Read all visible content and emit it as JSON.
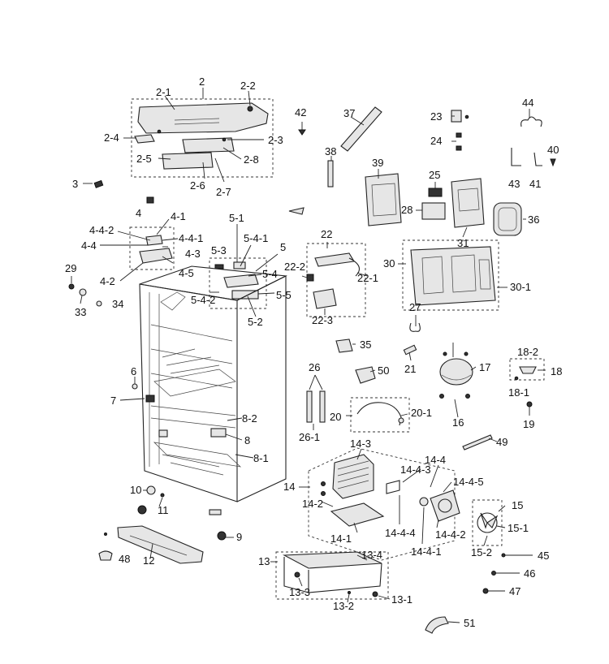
{
  "labels": {
    "p2": "2",
    "p2_1": "2-1",
    "p2_2": "2-2",
    "p2_3": "2-3",
    "p2_4": "2-4",
    "p2_5": "2-5",
    "p2_6": "2-6",
    "p2_7": "2-7",
    "p2_8": "2-8",
    "p3": "3",
    "p4": "4",
    "p4_1": "4-1",
    "p4_2": "4-2",
    "p4_3": "4-3",
    "p4_4": "4-4",
    "p4_4_1": "4-4-1",
    "p4_4_2": "4-4-2",
    "p4_5": "4-5",
    "p5": "5",
    "p5_1": "5-1",
    "p5_2": "5-2",
    "p5_3": "5-3",
    "p5_4": "5-4",
    "p5_4_1": "5-4-1",
    "p5_4_2": "5-4-2",
    "p5_5": "5-5",
    "p6": "6",
    "p7": "7",
    "p8": "8",
    "p8_1": "8-1",
    "p8_2": "8-2",
    "p9": "9",
    "p10": "10",
    "p11": "11",
    "p12": "12",
    "p13": "13",
    "p13_1": "13-1",
    "p13_2": "13-2",
    "p13_3": "13-3",
    "p13_4": "13-4",
    "p14": "14",
    "p14_1": "14-1",
    "p14_2": "14-2",
    "p14_3": "14-3",
    "p14_4": "14-4",
    "p14_4_1": "14-4-1",
    "p14_4_2": "14-4-2",
    "p14_4_3": "14-4-3",
    "p14_4_4": "14-4-4",
    "p14_4_5": "14-4-5",
    "p15": "15",
    "p15_1": "15-1",
    "p15_2": "15-2",
    "p16": "16",
    "p17": "17",
    "p18": "18",
    "p18_1": "18-1",
    "p18_2": "18-2",
    "p19": "19",
    "p20": "20",
    "p20_1": "20-1",
    "p21": "21",
    "p22": "22",
    "p22_1": "22-1",
    "p22_2": "22-2",
    "p22_3": "22-3",
    "p23": "23",
    "p24": "24",
    "p25": "25",
    "p26": "26",
    "p26_1": "26-1",
    "p27": "27",
    "p28": "28",
    "p29": "29",
    "p30": "30",
    "p30_1": "30-1",
    "p31": "31",
    "p33": "33",
    "p34": "34",
    "p35": "35",
    "p36": "36",
    "p37": "37",
    "p38": "38",
    "p39": "39",
    "p40": "40",
    "p41": "41",
    "p42": "42",
    "p43": "43",
    "p44": "44",
    "p45": "45",
    "p46": "46",
    "p47": "47",
    "p48": "48",
    "p49": "49",
    "p50": "50",
    "p51": "51"
  }
}
